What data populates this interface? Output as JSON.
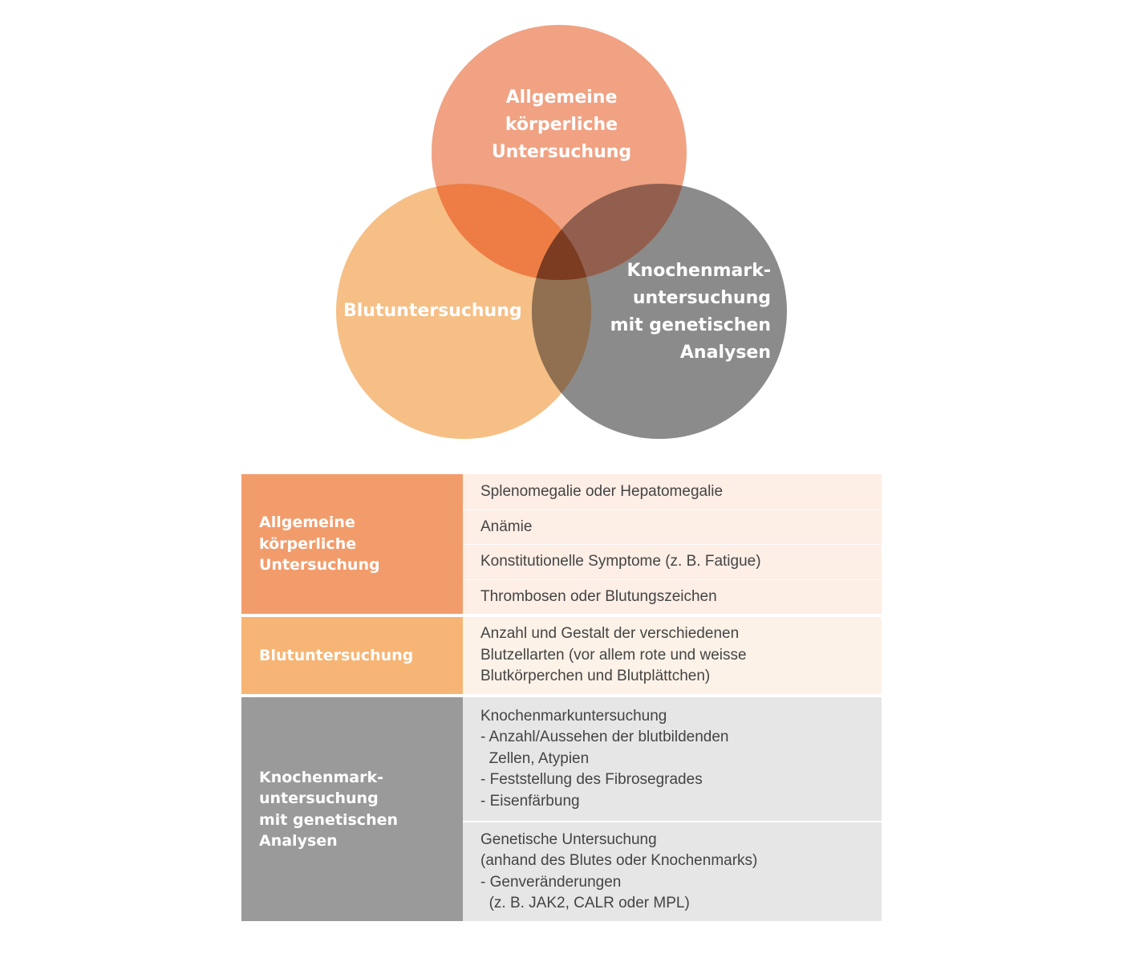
{
  "venn": {
    "top": {
      "label": "Allgemeine\nkörperliche\nUntersuchung",
      "color": "#f0a283"
    },
    "left": {
      "label": "Blutuntersuchung",
      "color": "#f6bf86"
    },
    "right": {
      "label": "Knochenmark-\nuntersuchung\nmit genetischen\nAnalysen",
      "color": "#8b8b8b"
    },
    "overlap_colors": {
      "top_left": "#ed7d45",
      "top_right": "#925f4e",
      "left_right": "#907050",
      "center": "#7c3c22"
    }
  },
  "table": {
    "groups": [
      {
        "header": "Allgemeine\nkörperliche\nUntersuchung",
        "items": [
          "Splenomegalie oder Hepatomegalie",
          "Anämie",
          "Konstitutionelle Symptome (z. B. Fatigue)",
          "Thrombosen oder Blutungszeichen"
        ]
      },
      {
        "header": "Blutuntersuchung",
        "items": [
          "Anzahl und Gestalt der verschiedenen\nBlutzellarten (vor allem rote und weisse\nBlutkörperchen und Blutplättchen)"
        ]
      },
      {
        "header": "Knochenmark-\nuntersuchung\nmit genetischen\nAnalysen",
        "items": [
          "Knochenmarkuntersuchung\n- Anzahl/Aussehen der blutbildenden\n  Zellen, Atypien\n- Feststellung des Fibrosegrades\n- Eisenfärbung",
          "Genetische Untersuchung\n(anhand des Blutes oder Knochenmarks)\n- Genveränderungen\n  (z. B. JAK2, CALR oder MPL)"
        ]
      }
    ]
  }
}
